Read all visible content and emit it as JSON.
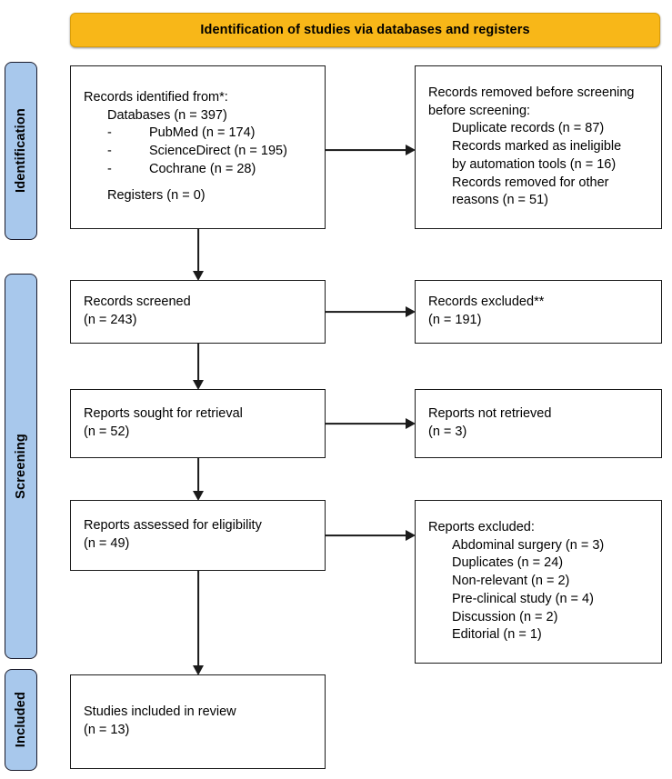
{
  "banner": {
    "title": "Identification of studies via databases and registers",
    "color": "#f8b718"
  },
  "stages": [
    {
      "label": "Identification",
      "color": "#a8c8ec"
    },
    {
      "label": "Screening",
      "color": "#a8c8ec"
    },
    {
      "label": "Included",
      "color": "#a8c8ec"
    }
  ],
  "boxes": {
    "identified": {
      "name": "records-identified",
      "lines": [
        "Records identified from*:",
        "Databases (n = 397)",
        "PubMed (n = 174)",
        "ScienceDirect (n = 195)",
        "Cochrane (n = 28)",
        "Registers (n = 0)"
      ],
      "bullet": "-"
    },
    "removed": {
      "name": "records-removed-before-screening",
      "lines": [
        "Records removed ",
        "before screening",
        ":",
        "Duplicate records (n = 87)",
        "Records marked as ineligible",
        "by automation tools (n = 16)",
        "Records removed for other",
        "reasons (n = 51)"
      ]
    },
    "screened": {
      "name": "records-screened",
      "lines": [
        "Records screened",
        "(n = 243)"
      ]
    },
    "excluded": {
      "name": "records-excluded",
      "lines": [
        "Records excluded**",
        "(n = 191)"
      ]
    },
    "sought": {
      "name": "reports-sought-for-retrieval",
      "lines": [
        "Reports sought for retrieval",
        "(n = 52)"
      ]
    },
    "not_retrieved": {
      "name": "reports-not-retrieved",
      "lines": [
        "Reports not retrieved",
        "(n = 3)"
      ]
    },
    "assessed": {
      "name": "reports-assessed-for-eligibility",
      "lines": [
        "Reports assessed for eligibility",
        "(n = 49)"
      ]
    },
    "reports_excluded": {
      "name": "reports-excluded",
      "lines": [
        "Reports excluded:",
        "Abdominal surgery (n = 3)",
        "Duplicates (n = 24)",
        "Non-relevant (n = 2)",
        "Pre-clinical study (n = 4)",
        "Discussion (n = 2)",
        "Editorial (n = 1)"
      ]
    },
    "included": {
      "name": "studies-included-in-review",
      "lines": [
        "Studies included in review",
        "(n = 13)"
      ]
    }
  }
}
